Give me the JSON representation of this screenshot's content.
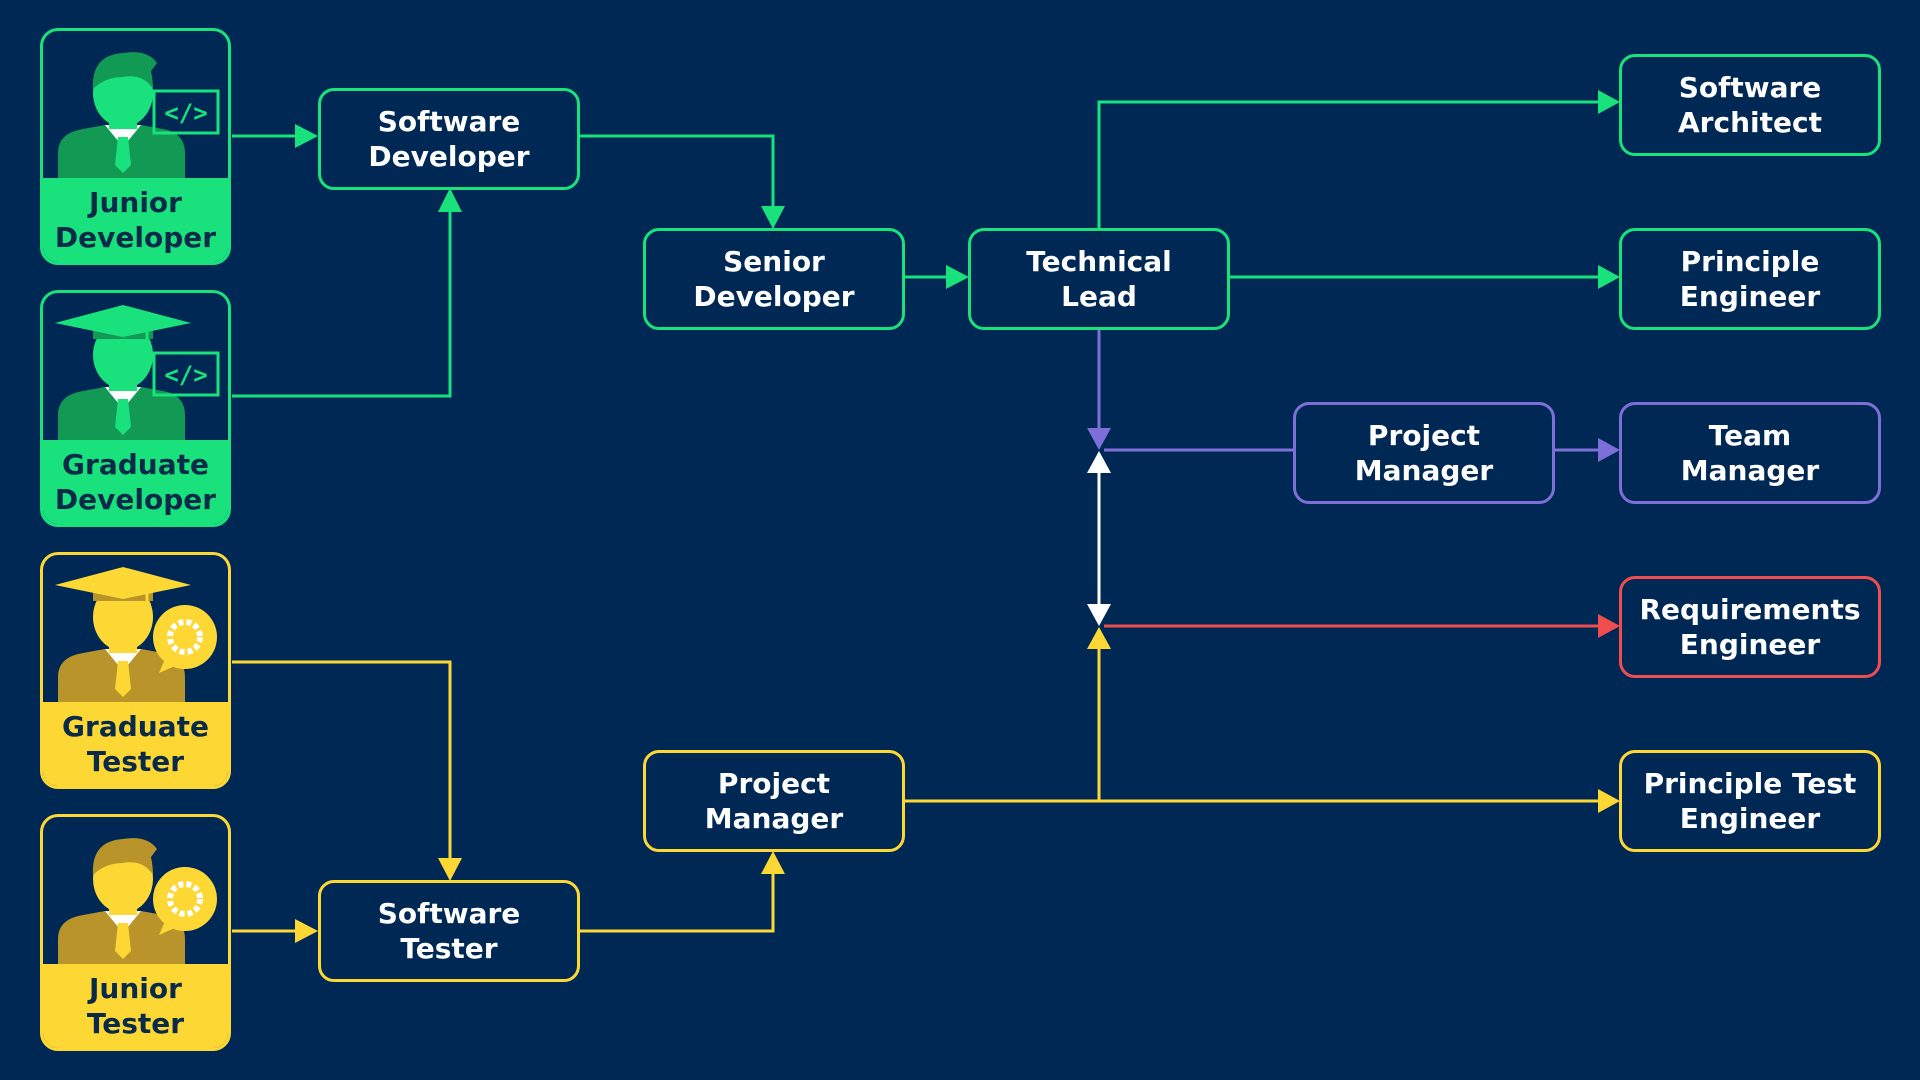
{
  "colors": {
    "background": "#002855",
    "developer": "#19e27c",
    "tester": "#fdd835",
    "management": "#7e6fd8",
    "requirements": "#f04e4e",
    "neutral": "#ffffff",
    "persona_text": "#0a2a4a"
  },
  "personas": {
    "junior_developer": {
      "label": "Junior\nDeveloper",
      "icon": "developer-person-code-icon"
    },
    "graduate_developer": {
      "label": "Graduate\nDeveloper",
      "icon": "graduate-person-code-icon"
    },
    "graduate_tester": {
      "label": "Graduate\nTester",
      "icon": "graduate-person-gear-icon"
    },
    "junior_tester": {
      "label": "Junior\nTester",
      "icon": "person-gear-icon"
    }
  },
  "nodes": {
    "software_developer": {
      "label": "Software\nDeveloper"
    },
    "senior_developer": {
      "label": "Senior\nDeveloper"
    },
    "technical_lead": {
      "label": "Technical\nLead"
    },
    "software_architect": {
      "label": "Software\nArchitect"
    },
    "principle_engineer": {
      "label": "Principle\nEngineer"
    },
    "project_manager_top": {
      "label": "Project\nManager"
    },
    "team_manager": {
      "label": "Team\nManager"
    },
    "requirements_engineer": {
      "label": "Requirements\nEngineer"
    },
    "principle_test_engineer": {
      "label": "Principle Test\nEngineer"
    },
    "software_tester": {
      "label": "Software\nTester"
    },
    "project_manager_bottom": {
      "label": "Project\nManager"
    }
  }
}
